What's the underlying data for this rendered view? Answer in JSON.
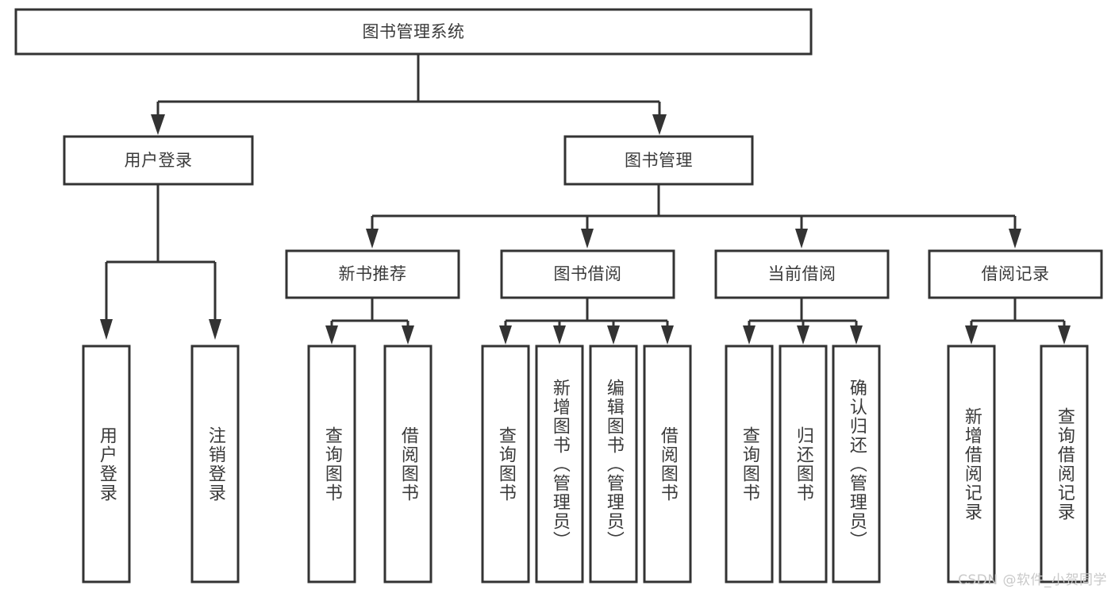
{
  "diagram": {
    "type": "tree-hierarchy",
    "title": "图书管理系统",
    "colors": {
      "background": "#ffffff",
      "box_fill": "#ffffff",
      "box_stroke": "#333333",
      "text": "#3a3a3a",
      "watermark": "#c9c9c9"
    },
    "root": {
      "label": "图书管理系统"
    },
    "level1": [
      {
        "label": "用户登录"
      },
      {
        "label": "图书管理"
      }
    ],
    "level2": [
      {
        "label": "新书推荐"
      },
      {
        "label": "图书借阅"
      },
      {
        "label": "当前借阅"
      },
      {
        "label": "借阅记录"
      }
    ],
    "leaves": {
      "user_login": [
        {
          "label": "用户登录"
        },
        {
          "label": "注销登录"
        }
      ],
      "new_book_recommend": [
        {
          "label": "查询图书"
        },
        {
          "label": "借阅图书"
        }
      ],
      "book_borrow": [
        {
          "label": "查询图书"
        },
        {
          "label": "新增图书（管理员）"
        },
        {
          "label": "编辑图书（管理员）"
        },
        {
          "label": "借阅图书"
        }
      ],
      "current_borrow": [
        {
          "label": "查询图书"
        },
        {
          "label": "归还图书"
        },
        {
          "label": "确认归还（管理员）"
        }
      ],
      "borrow_record": [
        {
          "label": "新增借阅记录"
        },
        {
          "label": "查询借阅记录"
        }
      ]
    }
  },
  "watermark": {
    "text": "CSDN @软件_小贺同学"
  }
}
